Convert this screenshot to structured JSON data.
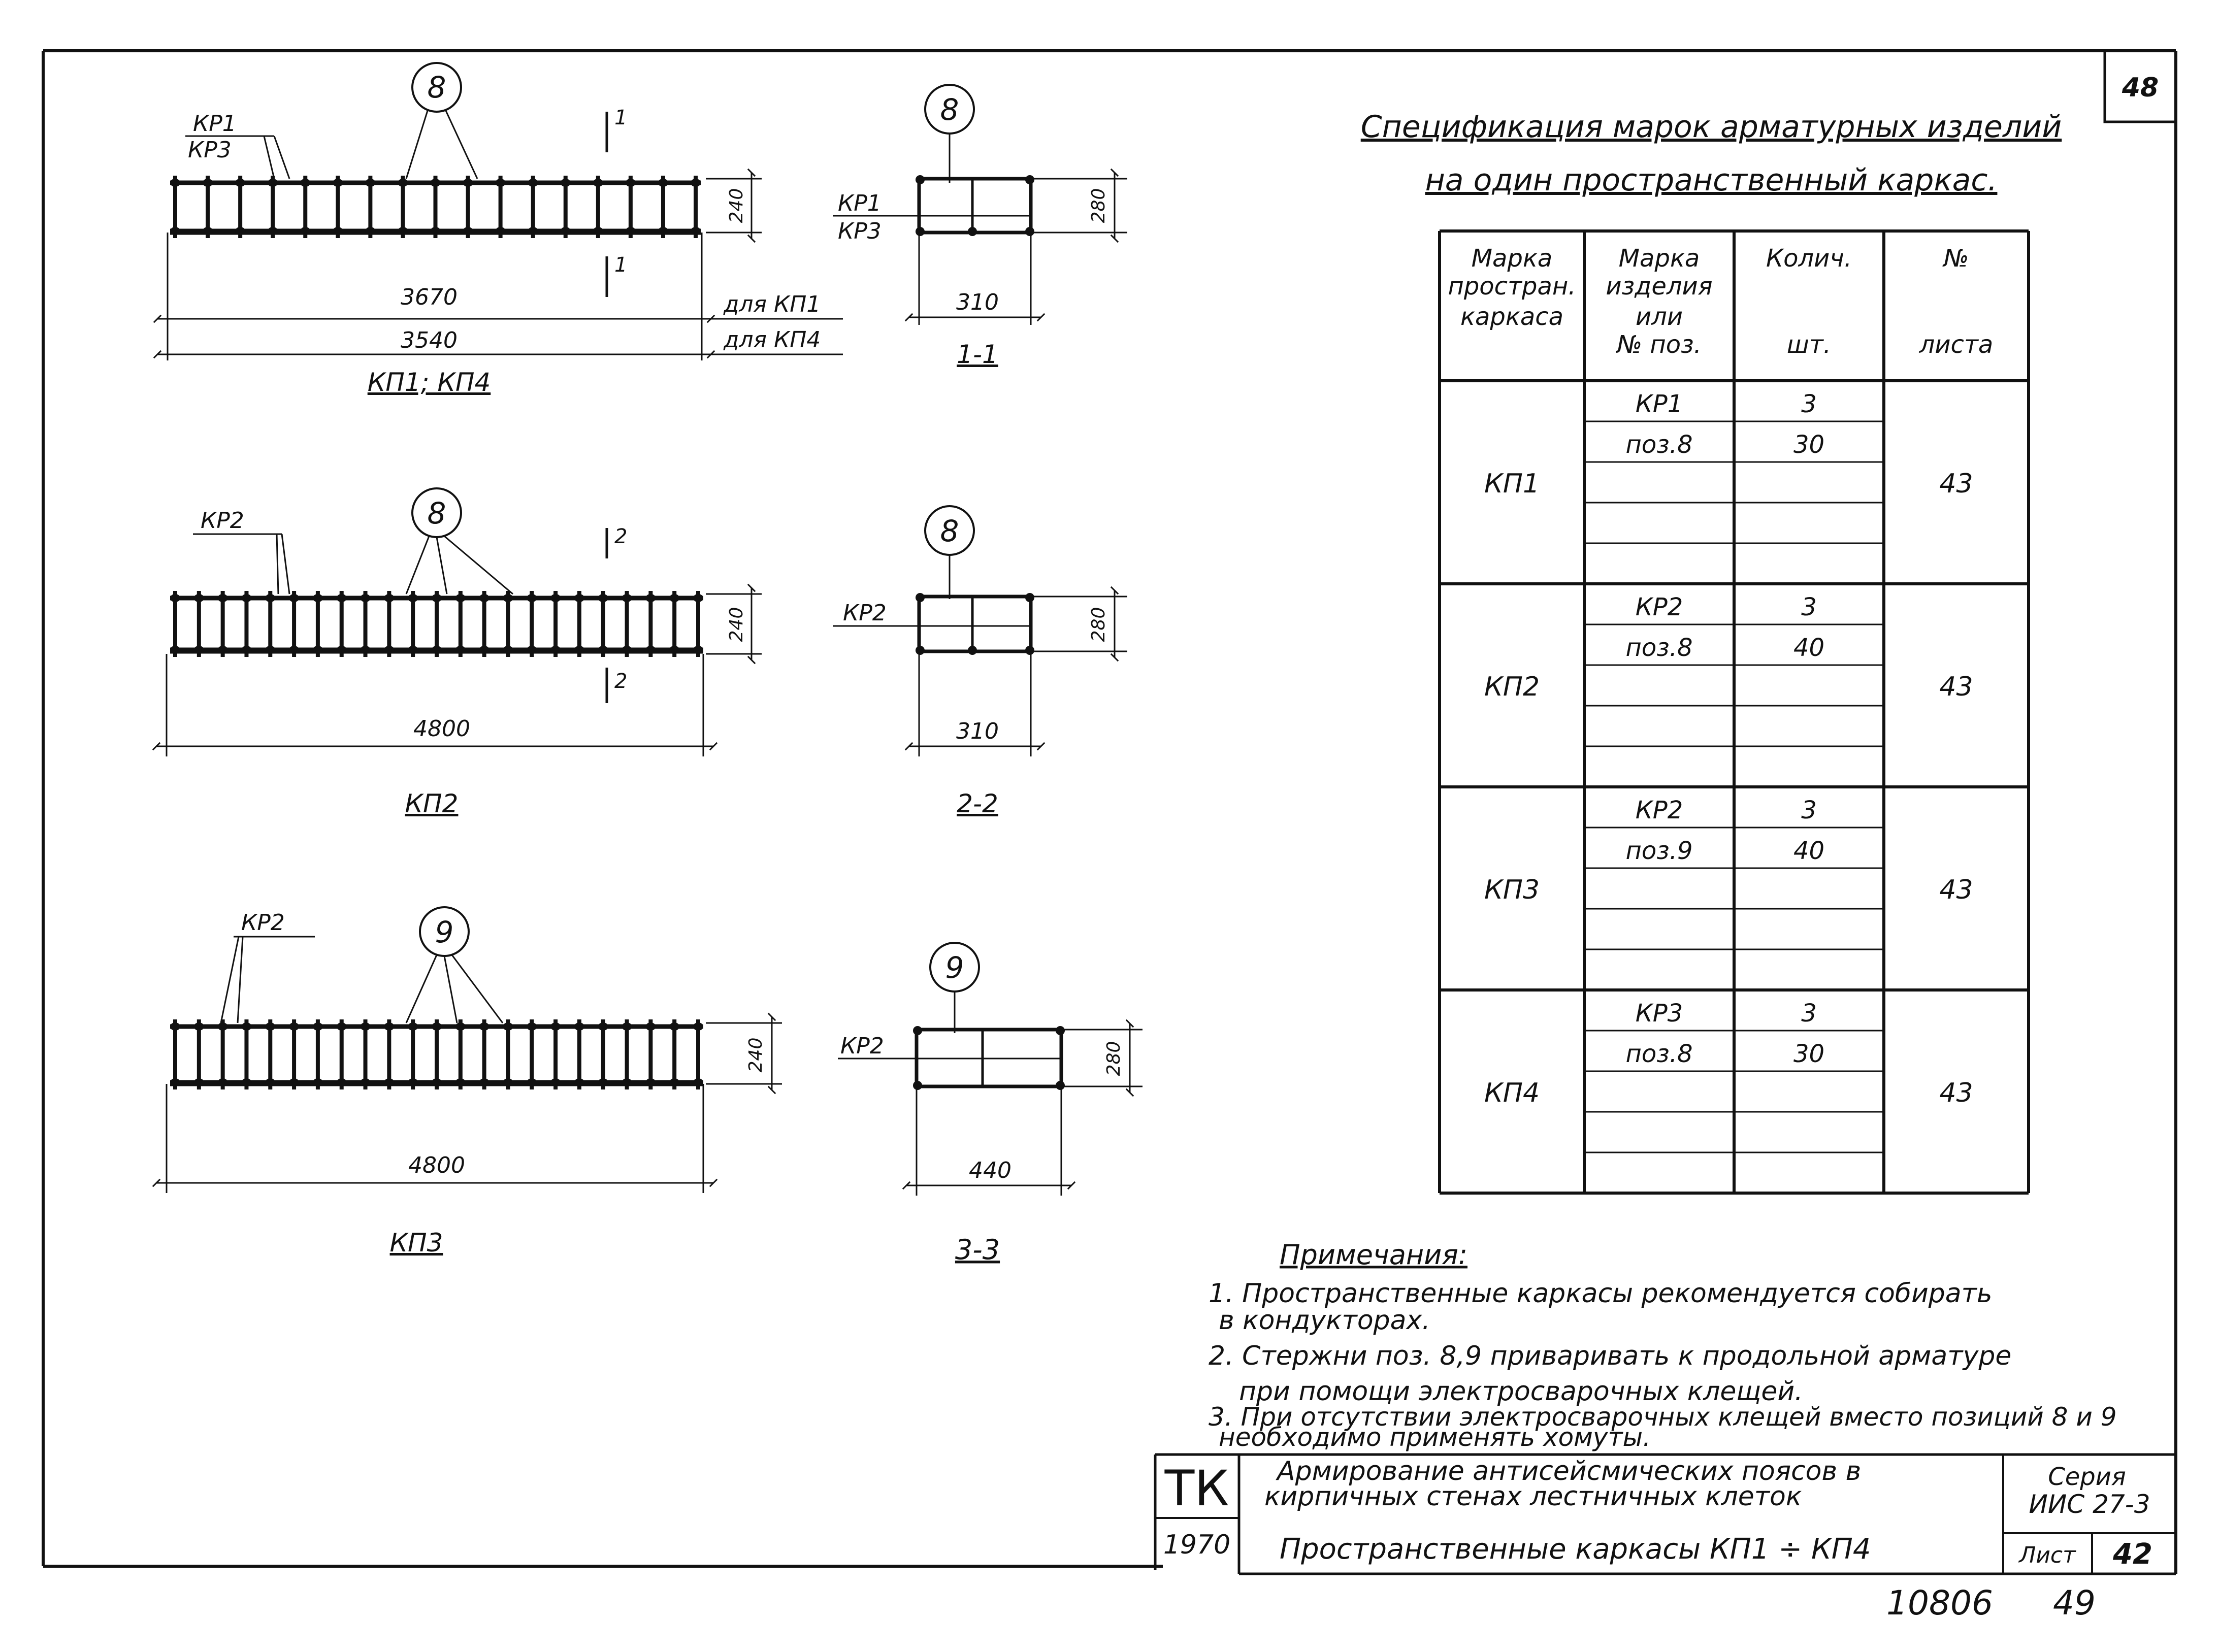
{
  "sheet": {
    "corner_number": "48",
    "bottom_number": "10806",
    "bottom_page": "49"
  },
  "views": {
    "kp1": {
      "marker": "8",
      "label_top": "КР1",
      "label_bottom": "КР3",
      "cut_label_top": "1",
      "cut_label_bottom": "1",
      "height_dim": "240",
      "len1": "3670",
      "len1_note": "для КП1",
      "len2": "3540",
      "len2_note": "для КП4",
      "caption": "КП1; КП4"
    },
    "sec1": {
      "marker": "8",
      "label_top": "КР1",
      "label_bottom": "КР3",
      "height_dim": "280",
      "width_dim": "310",
      "caption": "1-1"
    },
    "kp2": {
      "marker": "8",
      "label": "КР2",
      "cut_label_top": "2",
      "cut_label_bottom": "2",
      "height_dim": "240",
      "length": "4800",
      "caption": "КП2"
    },
    "sec2": {
      "marker": "8",
      "label": "КР2",
      "height_dim": "280",
      "width_dim": "310",
      "caption": "2-2"
    },
    "kp3": {
      "marker": "9",
      "label": "КР2",
      "height_dim": "240",
      "length": "4800",
      "caption": "КП3"
    },
    "sec3": {
      "marker": "9",
      "label": "КР2",
      "height_dim": "280",
      "width_dim": "440",
      "caption": "3-3"
    }
  },
  "spec": {
    "title_line1": "Спецификация марок арматурных изделий",
    "title_line2": "на один пространственный каркас.",
    "headers": [
      [
        "Марка",
        "простран.",
        "каркаса"
      ],
      [
        "Марка",
        "изделия",
        "или",
        "№ поз."
      ],
      [
        "Колич.",
        "шт."
      ],
      [
        "№",
        "листа"
      ]
    ],
    "groups": [
      {
        "frame": "КП1",
        "items": [
          {
            "name": "КР1",
            "qty": "3"
          },
          {
            "name": "поз.8",
            "qty": "30"
          }
        ],
        "sheet": "43"
      },
      {
        "frame": "КП2",
        "items": [
          {
            "name": "КР2",
            "qty": "3"
          },
          {
            "name": "поз.8",
            "qty": "40"
          }
        ],
        "sheet": "43"
      },
      {
        "frame": "КП3",
        "items": [
          {
            "name": "КР2",
            "qty": "3"
          },
          {
            "name": "поз.9",
            "qty": "40"
          }
        ],
        "sheet": "43"
      },
      {
        "frame": "КП4",
        "items": [
          {
            "name": "КР3",
            "qty": "3"
          },
          {
            "name": "поз.8",
            "qty": "30"
          }
        ],
        "sheet": "43"
      }
    ]
  },
  "notes": {
    "title": "Примечания:",
    "n1_l1": "1. Пространственные каркасы рекомендуется собирать",
    "n1_l2": "в кондукторах.",
    "n2_l1": "2. Стержни поз. 8,9 приваривать к продольной арматуре",
    "n2_l2": "при помощи электросварочных клещей.",
    "n3_l1": "3. При отсутствии электросварочных клещей вместо позиций 8 и 9",
    "n3_l2": "необходимо применять хомуты."
  },
  "title_block": {
    "org": "ТК",
    "year": "1970",
    "title_l1": "Армирование антисейсмических поясов в",
    "title_l2": "кирпичных стенах лестничных клеток",
    "subtitle": "Пространственные каркасы КП1 ÷ КП4",
    "series_label": "Серия",
    "series_value": "ИИС 27-3",
    "sheet_label": "Лист",
    "sheet_value": "42"
  }
}
